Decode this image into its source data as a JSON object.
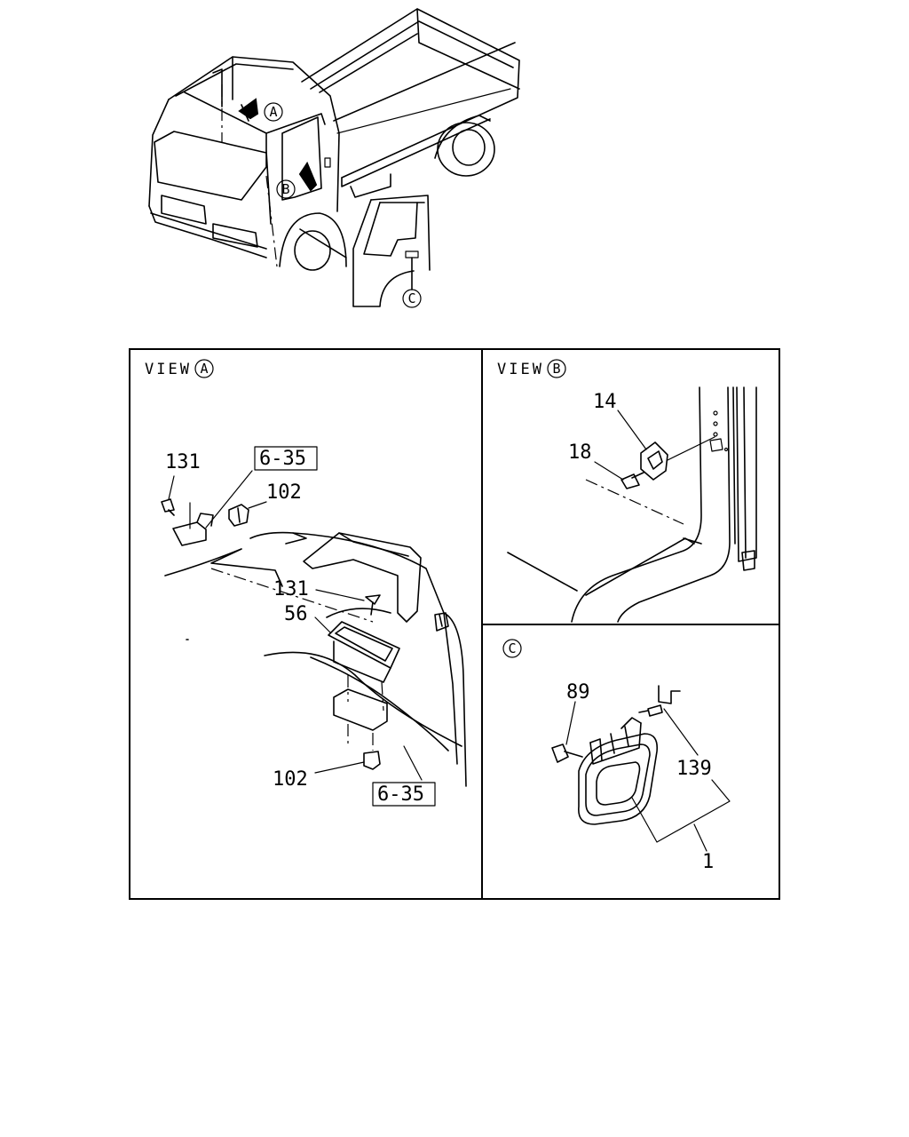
{
  "overview": {
    "callouts": [
      {
        "id": "A",
        "text": "A"
      },
      {
        "id": "B",
        "text": "B"
      },
      {
        "id": "C",
        "text": "C"
      }
    ]
  },
  "view_a": {
    "title": "VIEW",
    "marker": "A",
    "labels": {
      "p131_top": "131",
      "ref_top": "6-35",
      "p102_top": "102",
      "p131_mid": "131",
      "p56": "56",
      "p102_bottom": "102",
      "ref_bottom": "6-35"
    }
  },
  "view_b": {
    "title": "VIEW",
    "marker": "B",
    "labels": {
      "p14": "14",
      "p18": "18"
    }
  },
  "view_c": {
    "marker": "C",
    "labels": {
      "p89": "89",
      "p139": "139",
      "p1": "1"
    }
  }
}
